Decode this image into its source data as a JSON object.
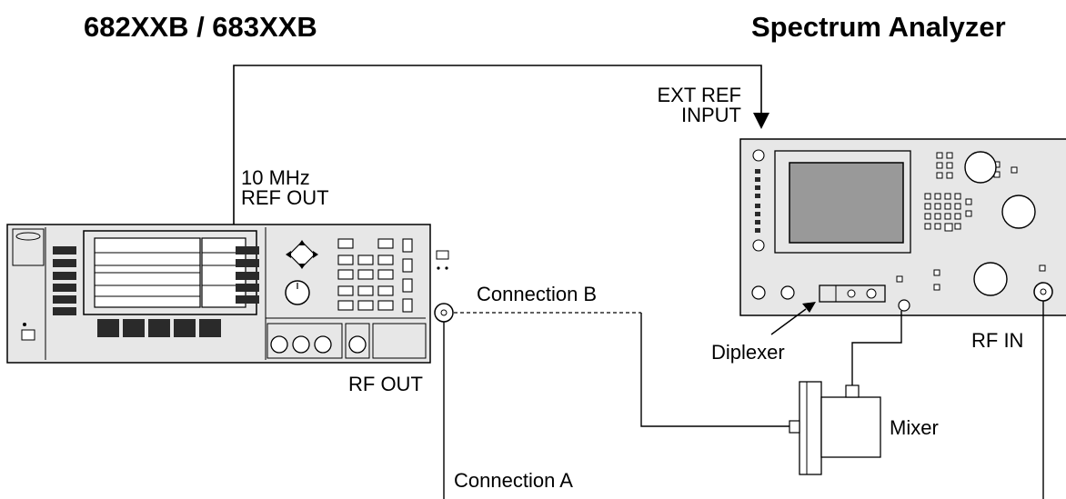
{
  "titles": {
    "left": "682XXB / 683XXB",
    "right": "Spectrum Analyzer"
  },
  "labels": {
    "ref_out_line1": "10 MHz",
    "ref_out_line2": "REF OUT",
    "ext_ref_line1": "EXT REF",
    "ext_ref_line2": "INPUT",
    "connection_b": "Connection B",
    "connection_a": "Connection A",
    "rf_out": "RF OUT",
    "diplexer": "Diplexer",
    "rf_in": "RF IN",
    "mixer": "Mixer"
  },
  "colors": {
    "panel_fill": "#e7e7e7",
    "stroke": "#000000",
    "dark_key": "#2a2a2a"
  }
}
